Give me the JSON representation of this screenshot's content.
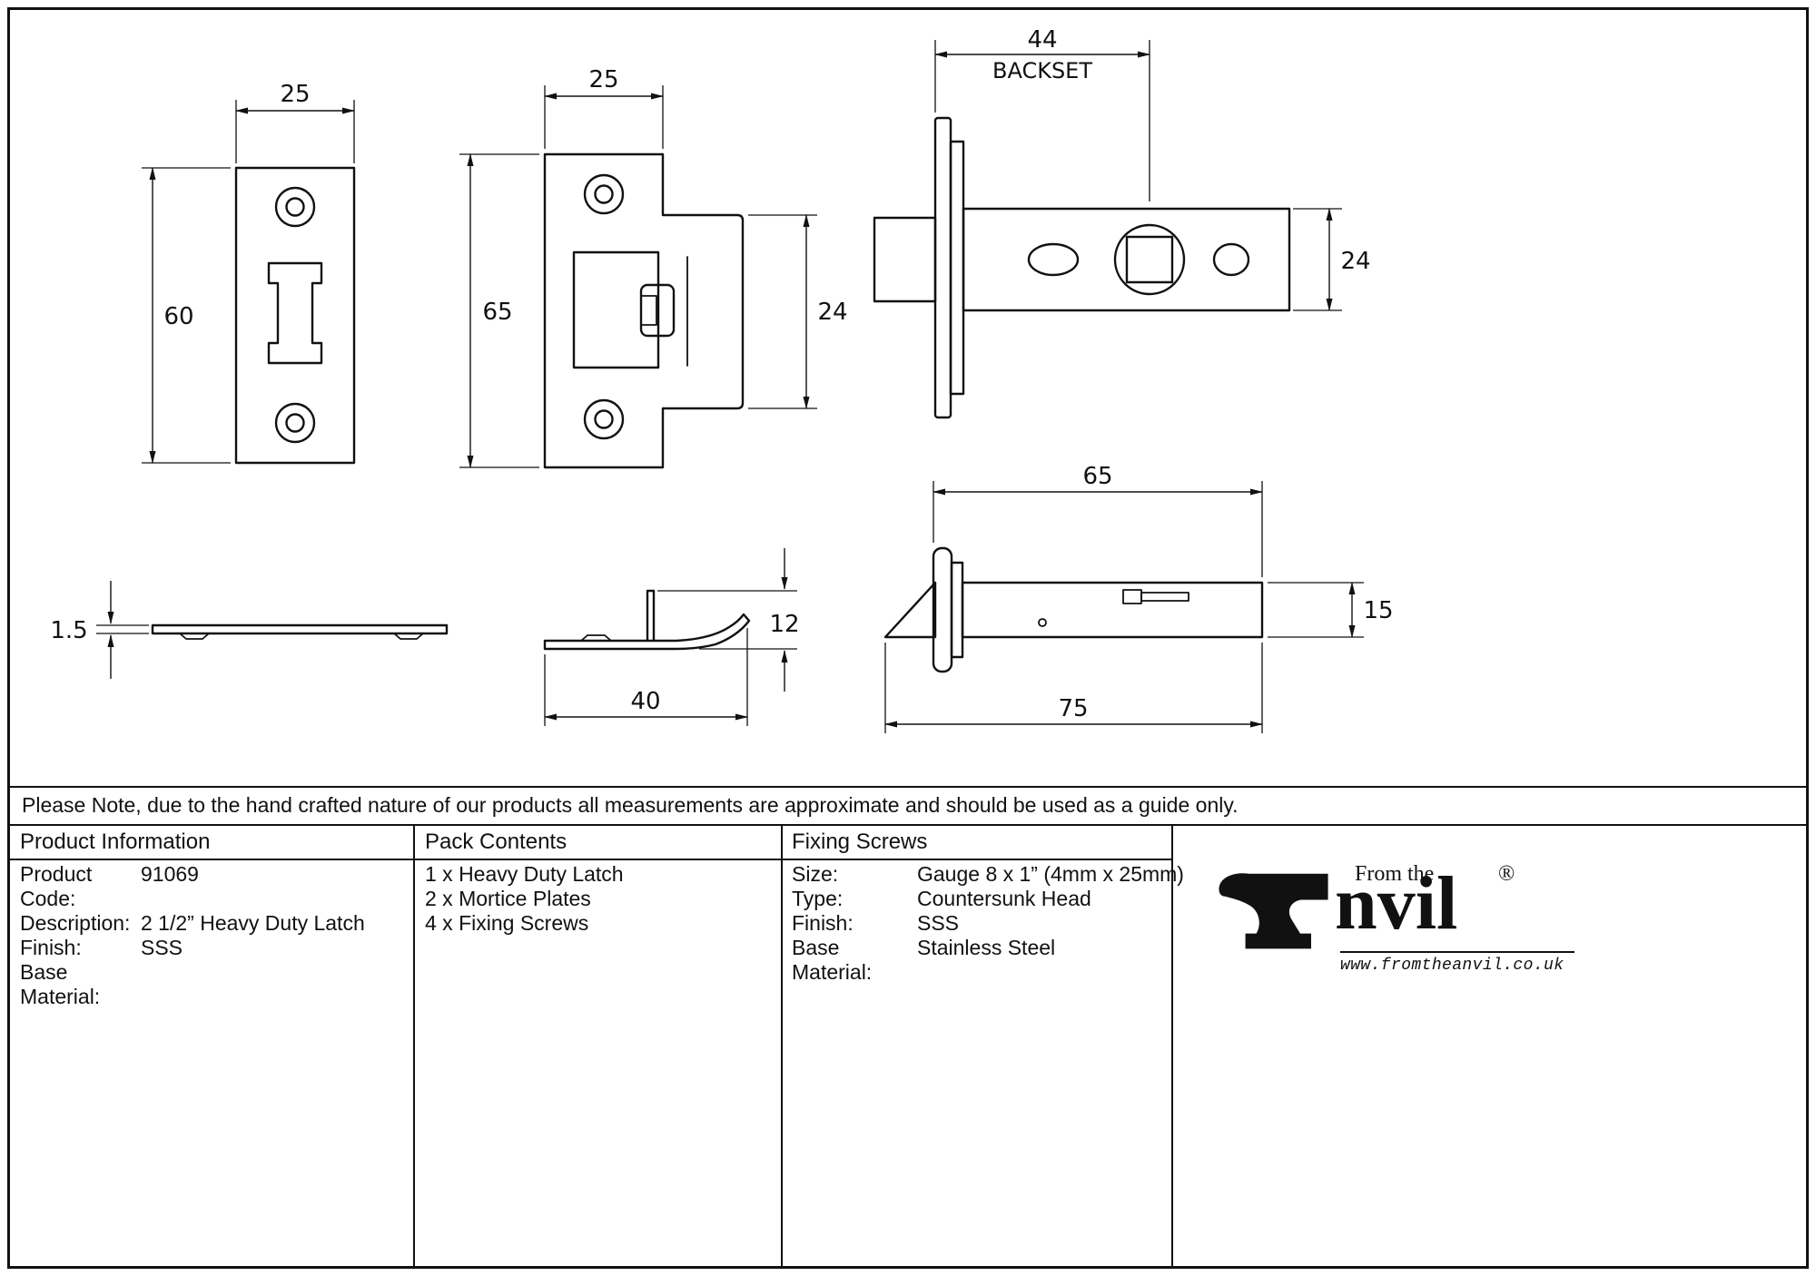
{
  "colors": {
    "ink": "#111111",
    "paper": "#ffffff"
  },
  "note": "Please Note, due to the hand crafted nature of our products all measurements are approximate and should be used as a guide only.",
  "dims": {
    "faceplate_front": {
      "width": "25",
      "height": "60"
    },
    "striker_front": {
      "width": "25",
      "height": "65",
      "lip": "24"
    },
    "latch_side": {
      "backset": "44",
      "backset_label": "BACKSET",
      "height": "24"
    },
    "faceplate_side": {
      "thickness": "1.5"
    },
    "striker_side": {
      "height": "12",
      "length": "40"
    },
    "latch_top": {
      "case_length": "65",
      "width": "15",
      "overall": "75"
    }
  },
  "table": {
    "product_information": {
      "header": "Product Information",
      "rows": [
        {
          "label": "Product Code:",
          "value": "91069"
        },
        {
          "label": "Description:",
          "value": "2 1/2” Heavy Duty Latch"
        },
        {
          "label": "Finish:",
          "value": "SSS"
        },
        {
          "label": "Base Material:",
          "value": ""
        }
      ]
    },
    "pack_contents": {
      "header": "Pack Contents",
      "items": [
        "1 x Heavy Duty Latch",
        "2 x Mortice Plates",
        "4 x Fixing Screws"
      ]
    },
    "fixing_screws": {
      "header": "Fixing Screws",
      "rows": [
        {
          "label": "Size:",
          "value": "Gauge 8 x 1” (4mm x 25mm)"
        },
        {
          "label": "Type:",
          "value": "Countersunk Head"
        },
        {
          "label": "Finish:",
          "value": "SSS"
        },
        {
          "label": "Base Material:",
          "value": "Stainless Steel"
        }
      ]
    }
  },
  "logo": {
    "prefix": "From the",
    "brand_rest": "nvil",
    "registered": "®",
    "website": "www.fromtheanvil.co.uk"
  }
}
